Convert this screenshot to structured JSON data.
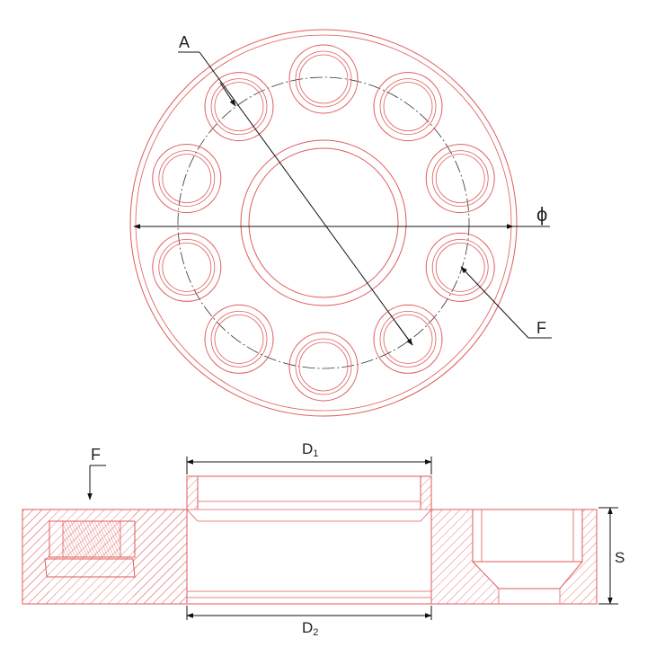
{
  "labels": {
    "a": "A",
    "phi": "ϕ",
    "f_top": "F",
    "f_section": "F",
    "d1_base": "D",
    "d1_sub": "1",
    "d2_base": "D",
    "d2_sub": "2",
    "s": "S"
  },
  "colors": {
    "part_outline": "#e05a5a",
    "dimension": "#111111",
    "text": "#222222"
  },
  "bolt_holes": {
    "count": 10
  }
}
